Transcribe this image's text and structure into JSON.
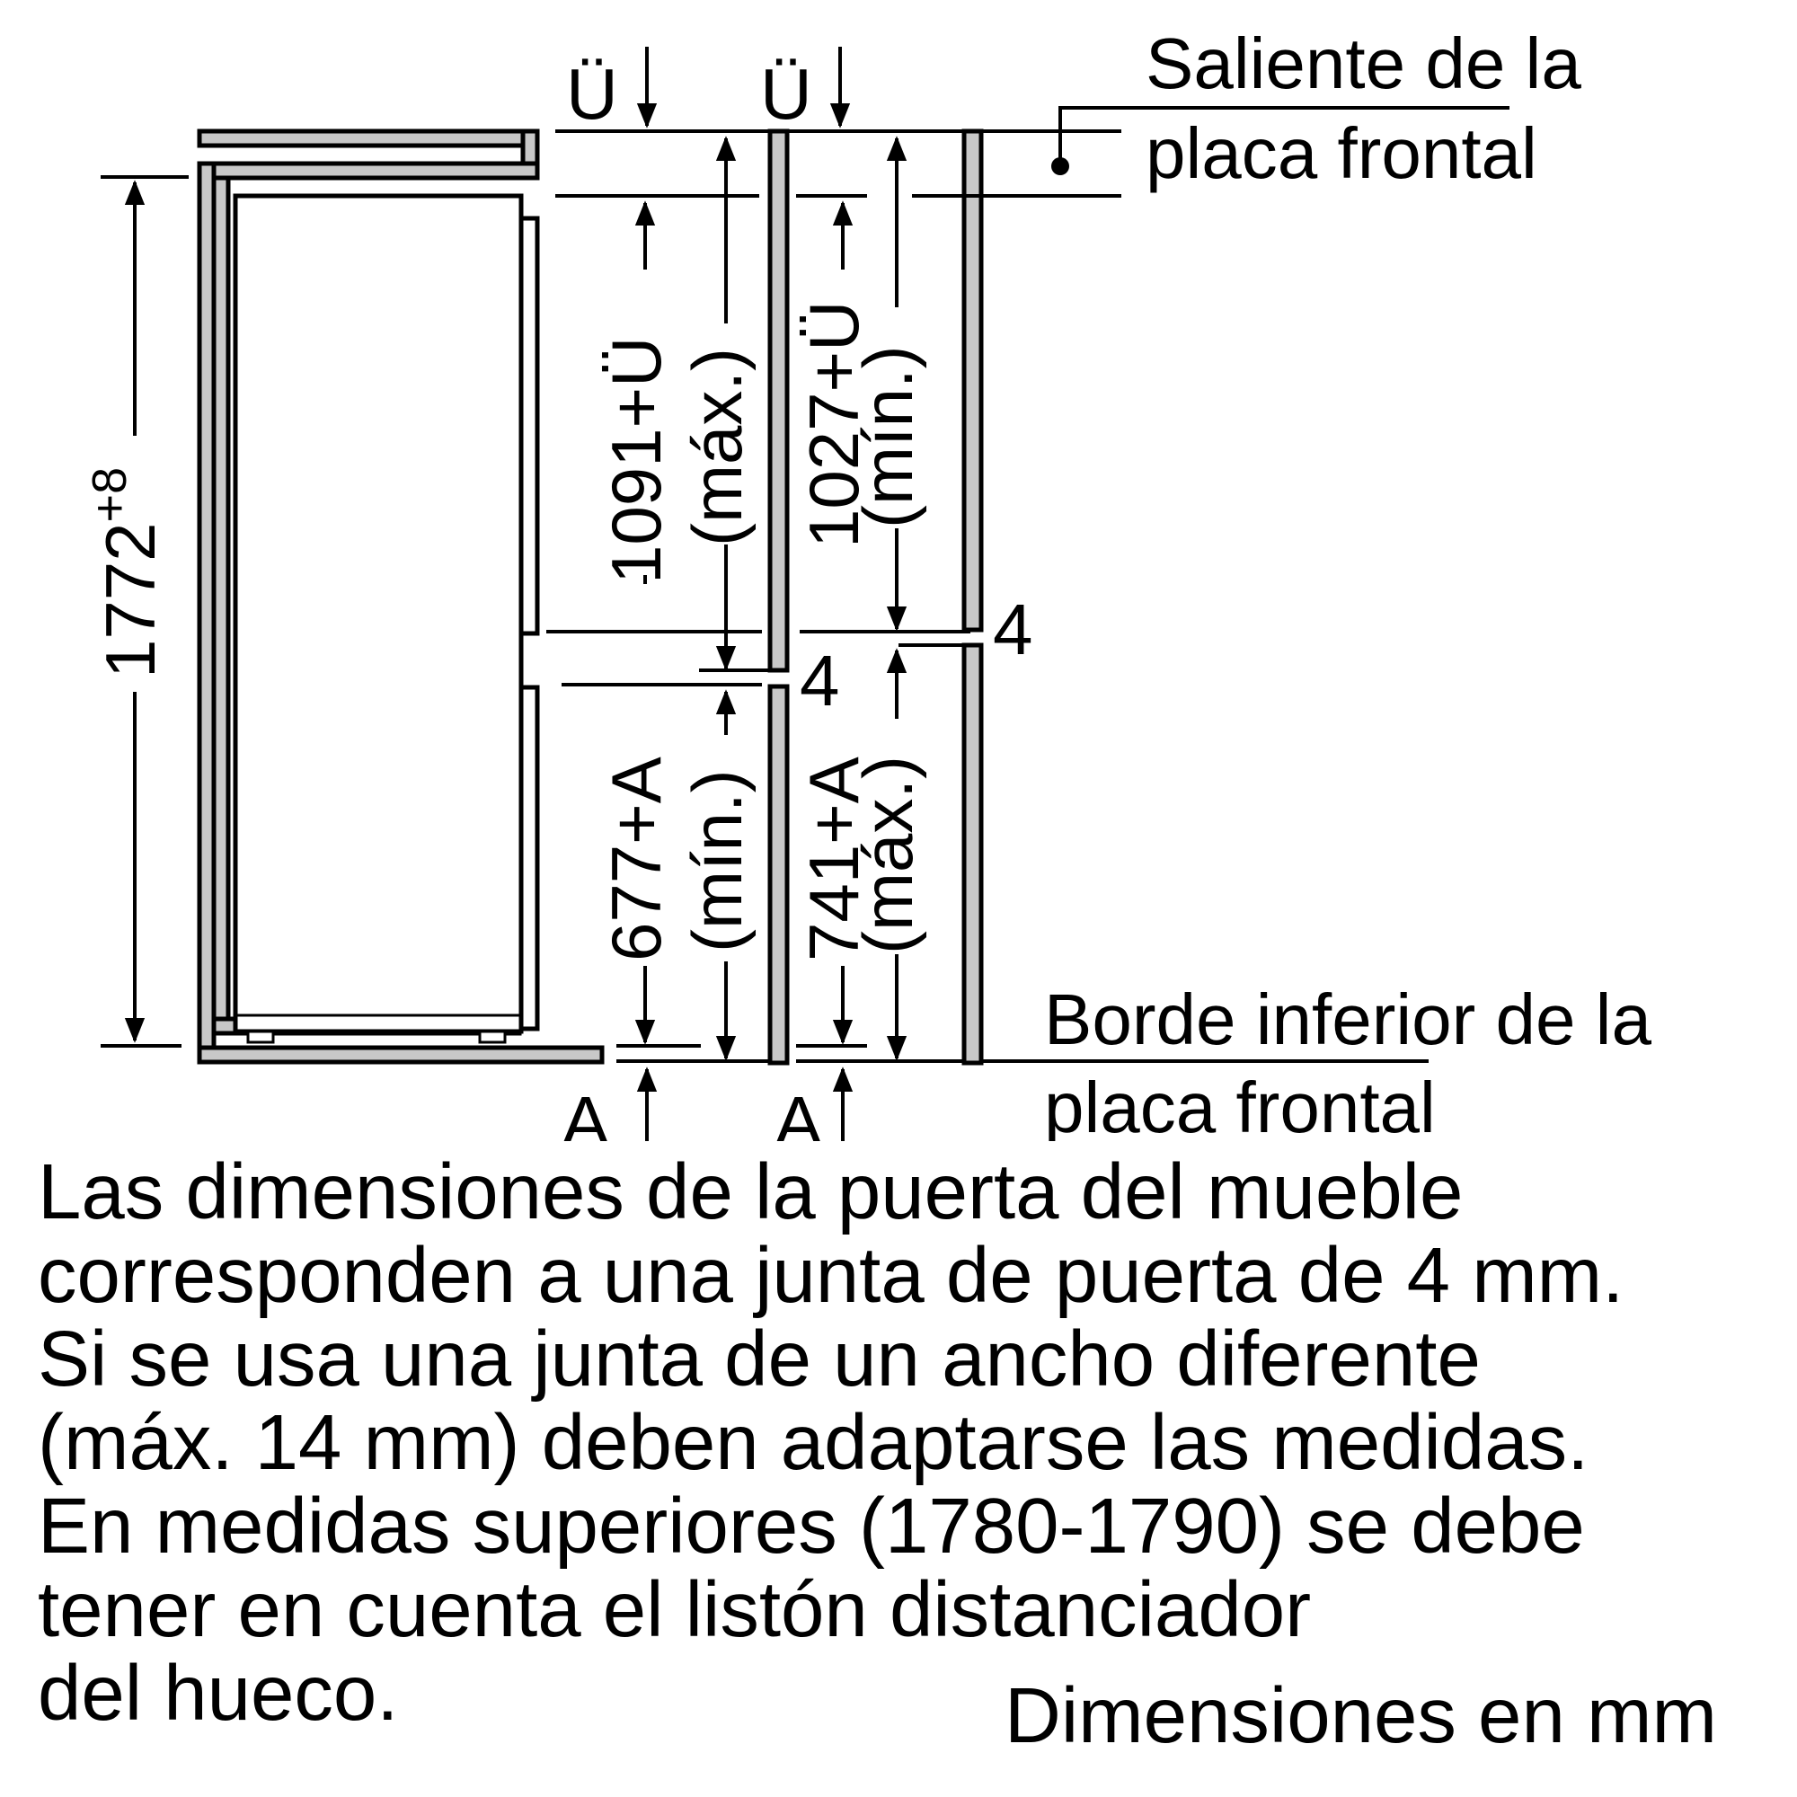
{
  "labels": {
    "overhang_1": "Ü",
    "overhang_2": "Ü",
    "bottom_a_1": "A",
    "bottom_a_2": "A",
    "gap_left": "4",
    "gap_right": "4",
    "top_edge_note_line1": "Saliente de la",
    "top_edge_note_line2": "placa frontal",
    "bottom_edge_note_line1": "Borde inferior de la",
    "bottom_edge_note_line2": "placa frontal"
  },
  "dimensions": {
    "total_height": "1772",
    "total_height_tolerance": "+8",
    "upper_door_left": "1091+Ü",
    "upper_door_left_qualifier": "(máx.)",
    "upper_door_right": "1027+Ü",
    "upper_door_right_qualifier": "(mín.)",
    "lower_door_left": "677+A",
    "lower_door_left_qualifier": "(mín.)",
    "lower_door_right": "741+A",
    "lower_door_right_qualifier": "(máx.)"
  },
  "notes": [
    "Las dimensiones de la puerta del mueble",
    "corresponden a una junta de puerta de 4 mm.",
    "Si se usa una junta de un ancho diferente",
    "(máx. 14 mm) deben adaptarse las medidas.",
    "En medidas superiores (1780-1790) se debe",
    "tener en cuenta el listón distanciador",
    "del hueco."
  ],
  "footer": "Dimensiones en mm"
}
